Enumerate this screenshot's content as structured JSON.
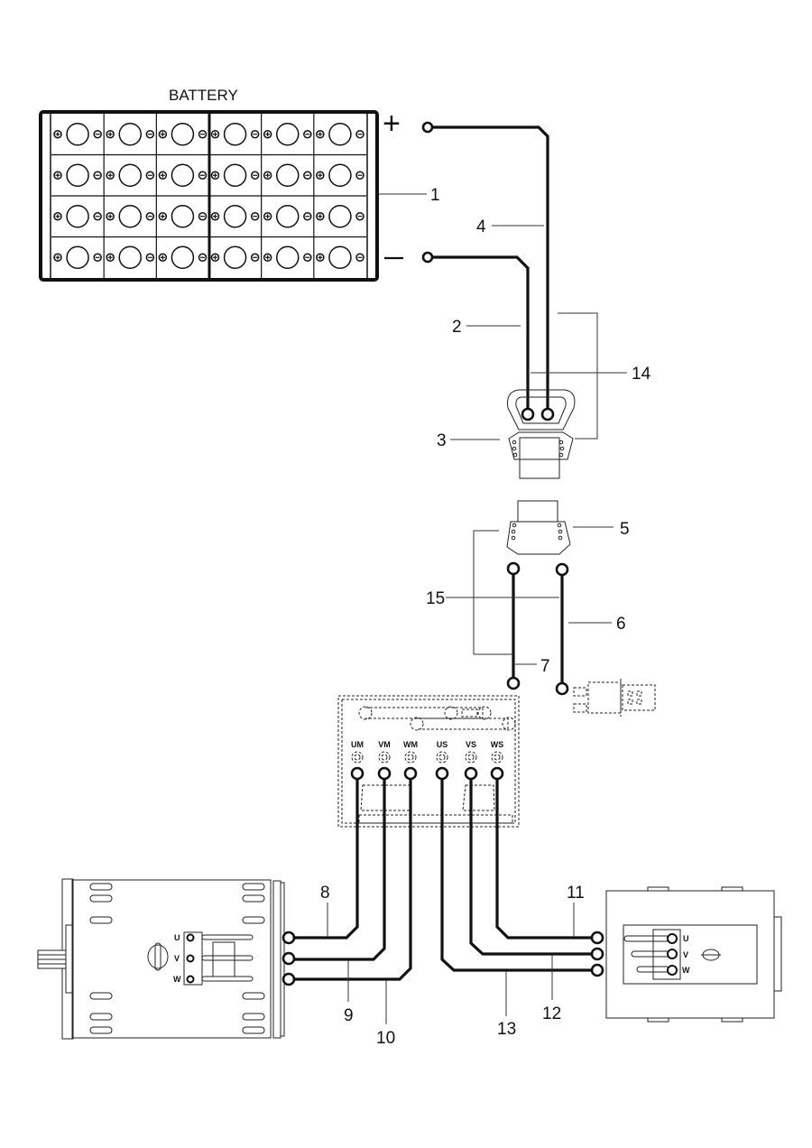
{
  "diagram": {
    "title": "BATTERY",
    "battery": {
      "plus_symbol": "+",
      "minus_symbol": "−",
      "rows": 4,
      "cells_per_row": 6
    },
    "callouts": [
      {
        "id": "1",
        "text": "1",
        "target": "battery"
      },
      {
        "id": "2",
        "text": "2",
        "target": "negative-cable"
      },
      {
        "id": "3",
        "text": "3",
        "target": "battery-connector"
      },
      {
        "id": "4",
        "text": "4",
        "target": "positive-cable"
      },
      {
        "id": "5",
        "text": "5",
        "target": "controller-connector"
      },
      {
        "id": "6",
        "text": "6",
        "target": "cable-to-contactor"
      },
      {
        "id": "7",
        "text": "7",
        "target": "cable-to-controller"
      },
      {
        "id": "8",
        "text": "8",
        "target": "motor-cable-u"
      },
      {
        "id": "9",
        "text": "9",
        "target": "motor-cable-v"
      },
      {
        "id": "10",
        "text": "10",
        "target": "motor-cable-w"
      },
      {
        "id": "11",
        "text": "11",
        "target": "pump-cable-u"
      },
      {
        "id": "12",
        "text": "12",
        "target": "pump-cable-v"
      },
      {
        "id": "13",
        "text": "13",
        "target": "pump-cable-w"
      },
      {
        "id": "14",
        "text": "14",
        "target": "battery-cable-assembly"
      },
      {
        "id": "15",
        "text": "15",
        "target": "controller-cable-assembly"
      }
    ],
    "controller_terminals": [
      "UM",
      "VM",
      "WM",
      "US",
      "VS",
      "WS"
    ],
    "motor_terminals": [
      "U",
      "V",
      "W"
    ],
    "pump_terminals": [
      "U",
      "V",
      "W"
    ]
  }
}
